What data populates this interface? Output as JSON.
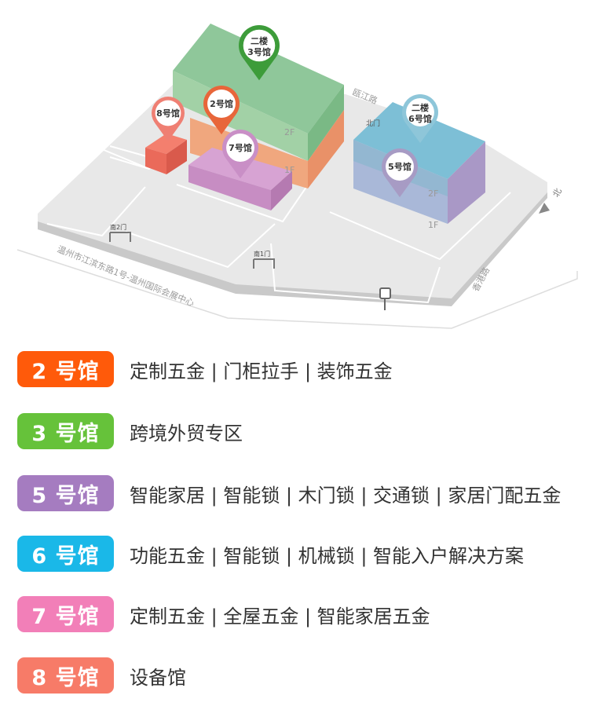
{
  "map": {
    "pins": [
      {
        "id": "3",
        "floor": "二楼",
        "label": "3号馆",
        "color": "#3d9c3a"
      },
      {
        "id": "2",
        "floor": "",
        "label": "2号馆",
        "color": "#e8663a"
      },
      {
        "id": "8",
        "floor": "",
        "label": "8号馆",
        "color": "#ef7f73"
      },
      {
        "id": "7",
        "floor": "",
        "label": "7号馆",
        "color": "#c98fc6"
      },
      {
        "id": "6",
        "floor": "二楼",
        "label": "6号馆",
        "color": "#8ec6d9"
      },
      {
        "id": "5",
        "floor": "",
        "label": "5号馆",
        "color": "#a79bc4"
      }
    ],
    "roads": {
      "north": "瓯江路",
      "east": "香港路",
      "south": "温州市江滨东路1号-温州国际会展中心"
    },
    "gates": {
      "north": "北门",
      "south_1": "南2门",
      "south_2": "南1门"
    },
    "floor_labels": {
      "f2": "2F",
      "f1": "1F"
    },
    "compass": "北"
  },
  "legend": [
    {
      "badge": "2 号馆",
      "color": "#ff5a0a",
      "desc": "定制五金 | 门柜拉手 | 装饰五金"
    },
    {
      "badge": "3 号馆",
      "color": "#66c23a",
      "desc": "跨境外贸专区"
    },
    {
      "badge": "5 号馆",
      "color": "#a57cc0",
      "desc": "智能家居 | 智能锁 | 木门锁 | 交通锁 | 家居门配五金"
    },
    {
      "badge": "6 号馆",
      "color": "#1ab8e8",
      "desc": "功能五金 | 智能锁 | 机械锁 | 智能入户解决方案"
    },
    {
      "badge": "7 号馆",
      "color": "#f27fb8",
      "desc": "定制五金 | 全屋五金 | 智能家居五金"
    },
    {
      "badge": "8 号馆",
      "color": "#f77b68",
      "desc": "设备馆"
    }
  ]
}
